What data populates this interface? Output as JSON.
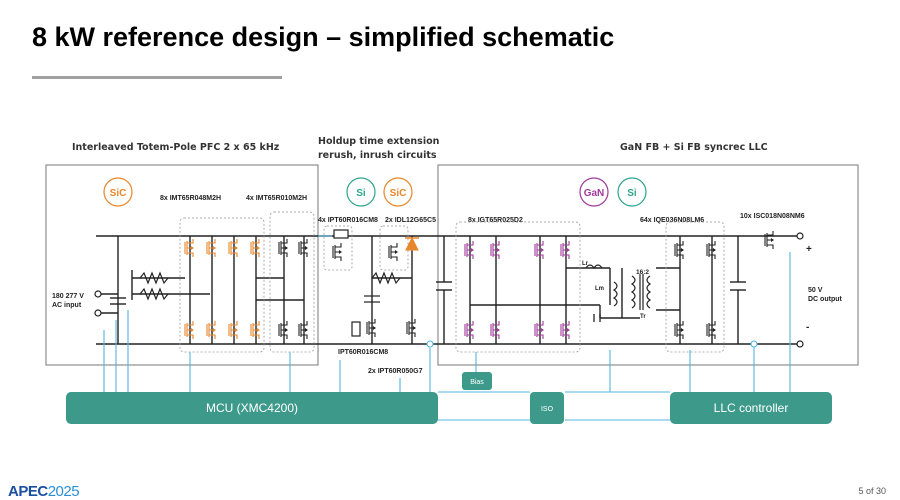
{
  "slide": {
    "title": "8 kW reference design – simplified schematic",
    "page_number": "5 of 30"
  },
  "sections": {
    "pfc_header": "Interleaved Totem-Pole PFC 2 x 65 kHz",
    "holdup_header_line1": "Holdup time extension",
    "holdup_header_line2": "rerush, inrush circuits",
    "llc_header": "GaN FB + Si FB syncrec LLC"
  },
  "badges": {
    "sic_left": "SiC",
    "si_mid": "Si",
    "sic_mid": "SiC",
    "gan_right": "GaN",
    "si_right": "Si"
  },
  "components": {
    "pfc_fast": "8x IMT65R048M2H",
    "pfc_slow": "4x IMT65R010M2H",
    "holdup_mosfet": "4x IPT60R016CM8",
    "holdup_diode": "2x IDL12G65C5",
    "holdup_low": "IPT60R016CM8",
    "holdup_low2": "2x IPT60R050G7",
    "gan_bridge": "8x IGT65R025D2",
    "sync_rect": "64x IQE036N08LM6",
    "or_fet": "10x ISC018N08NM6",
    "lr": "Lr",
    "lm": "Lm",
    "tr": "Tr",
    "ratio": "16:2"
  },
  "io": {
    "ac_line1": "180 277 V",
    "ac_line2": "AC input",
    "dc_line1": "50 V",
    "dc_line2": "DC output",
    "plus": "+",
    "minus": "-"
  },
  "blocks": {
    "mcu": "MCU (XMC4200)",
    "iso": "ISO",
    "llc": "LLC controller",
    "bias": "Bias"
  },
  "footer": {
    "logo_a": "APEC",
    "logo_year": "2025"
  },
  "colors": {
    "teal": "#3d9a8b",
    "sic": "#e8862a",
    "si": "#2ea58c",
    "gan": "#a03a9a",
    "wire_blue": "#56b4e0"
  }
}
